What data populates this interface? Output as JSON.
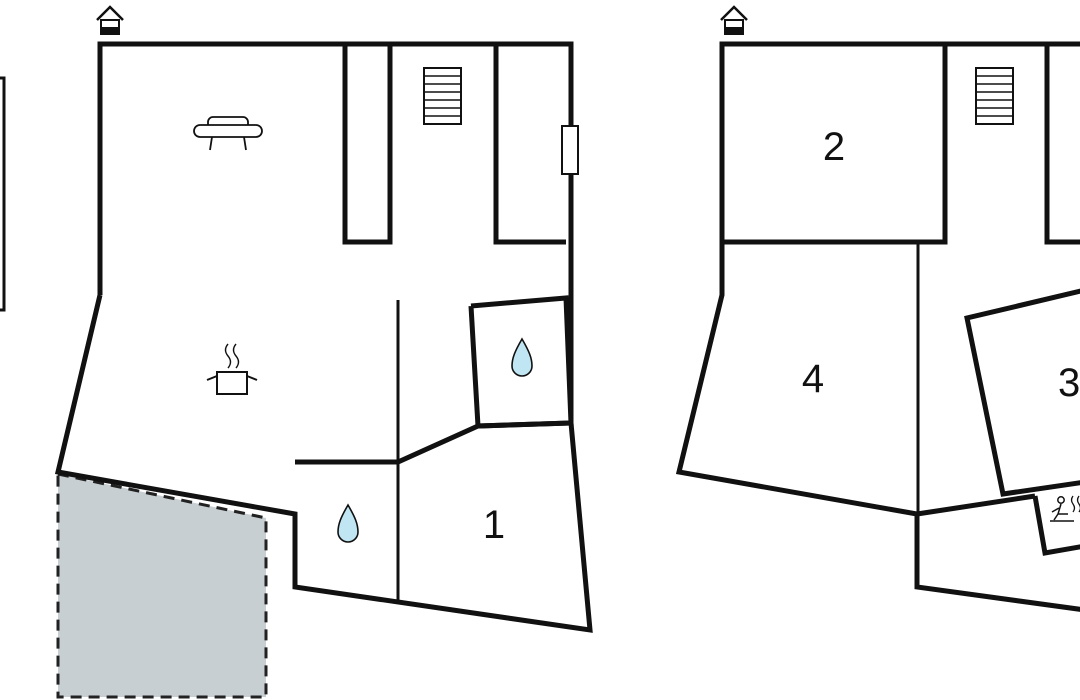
{
  "floors": [
    {
      "name": "ground-floor",
      "room_labels": [
        "1"
      ],
      "icons": [
        "entrance-icon",
        "sofa-icon",
        "stairs-icon",
        "cooking-pot-icon",
        "water-drop-icon",
        "water-drop-icon",
        "door-icon"
      ],
      "terrace_present": true
    },
    {
      "name": "upper-floor",
      "room_labels": [
        "2",
        "4",
        "3"
      ],
      "icons": [
        "entrance-icon",
        "stairs-icon",
        "sauna-icon"
      ]
    }
  ],
  "colors": {
    "walls": "#111111",
    "terrace_fill": "#c8cfd2",
    "water_drop": "#bfe6f2",
    "background": "#ffffff"
  }
}
